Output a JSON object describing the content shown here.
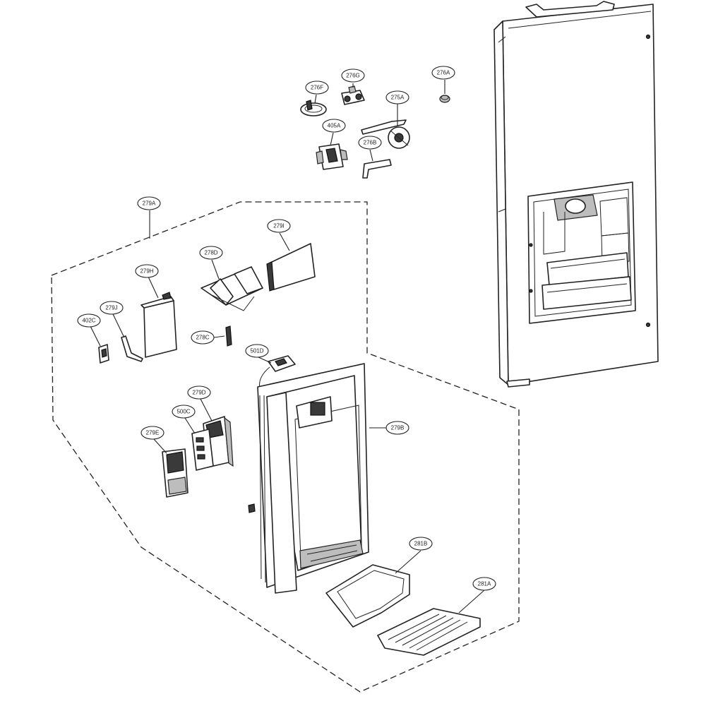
{
  "callouts": {
    "c276A": "276A",
    "c276G": "276G",
    "c276F": "276F",
    "c275A": "275A",
    "c405A": "405A",
    "c276B": "276B",
    "c279A": "279A",
    "c279I": "279I",
    "c278D": "278D",
    "c279H": "279H",
    "c279J": "279J",
    "c402C": "402C",
    "c278C": "278C",
    "c501D": "501D",
    "c279D": "279D",
    "c500C": "500C",
    "c279E": "279E",
    "c279B": "279B",
    "c281B": "281B",
    "c281A": "281A"
  }
}
